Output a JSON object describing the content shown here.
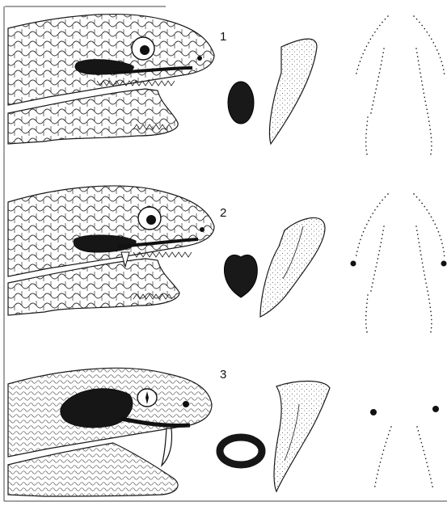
{
  "figure": {
    "panels": [
      {
        "label": "1"
      },
      {
        "label": "2"
      },
      {
        "label": "3"
      }
    ],
    "colors": {
      "ink": "#161616",
      "paper": "#ffffff"
    }
  }
}
